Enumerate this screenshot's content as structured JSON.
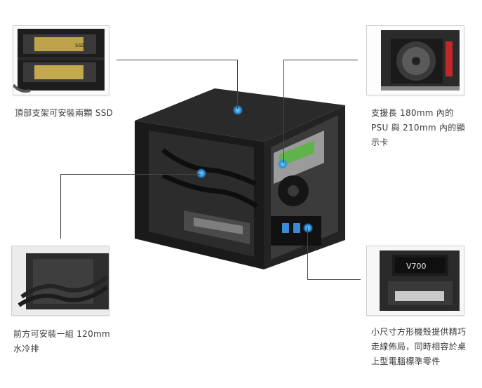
{
  "features": [
    {
      "id": "top",
      "caption_lines": [
        "頂部支架可安裝兩顆 SSD"
      ]
    },
    {
      "id": "psu",
      "caption_lines": [
        "支援長 180mm 內的",
        "PSU 與 210mm 內的顯",
        "示卡"
      ]
    },
    {
      "id": "front",
      "caption_lines": [
        "前方可安裝一組 120mm",
        "水冷排"
      ]
    },
    {
      "id": "layout",
      "caption_lines": [
        "小尺寸方形機殼提供精巧",
        "走線佈局，同時相容於桌",
        "上型電腦標準零件"
      ]
    }
  ],
  "images": {
    "ssd_label": "SSD",
    "psu_label": "V700"
  }
}
